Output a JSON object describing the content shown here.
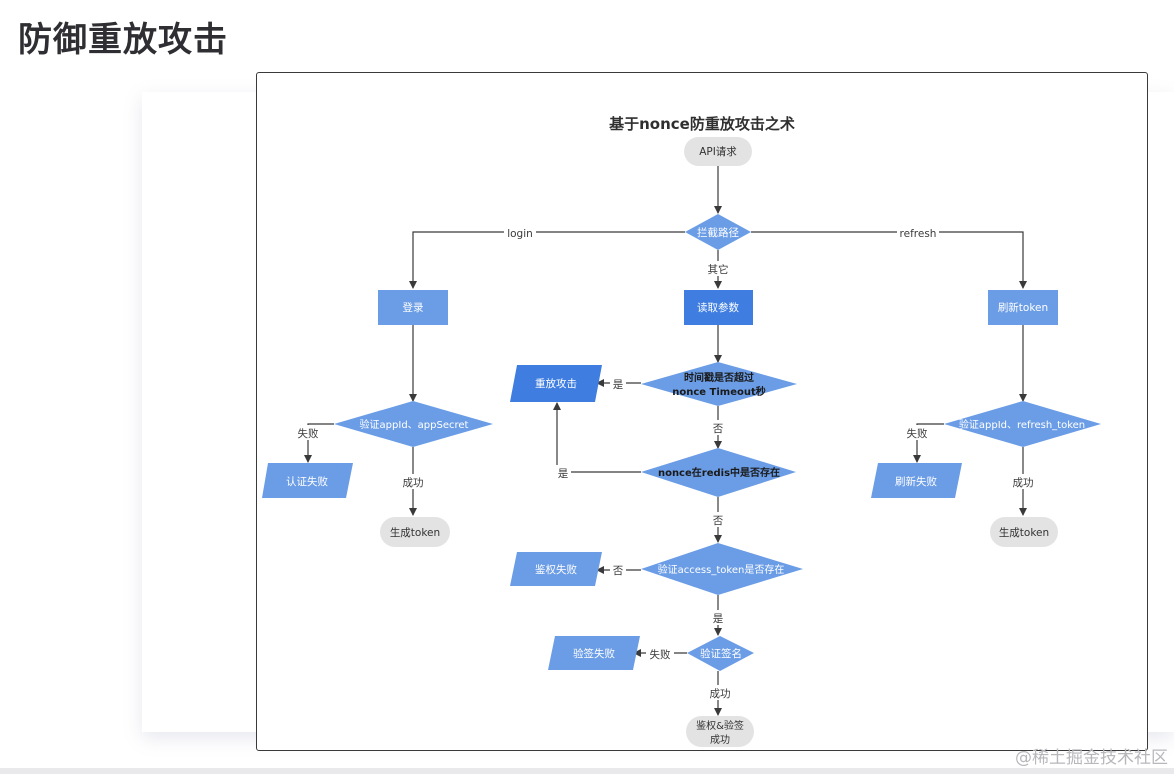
{
  "page": {
    "title": "防御重放攻击",
    "watermark": "@稀土掘金技术社区"
  },
  "diagram": {
    "title": "基于nonce防重放攻击之术",
    "nodes": {
      "api_request": "API请求",
      "intercept_path": "拦截路径",
      "login": "登录",
      "read_params": "读取参数",
      "refresh_token": "刷新token",
      "timestamp_line1": "时间戳是否超过",
      "timestamp_line2": "nonce Timeout秒",
      "replay_attack": "重放攻击",
      "nonce_in_redis": "nonce在redis中是否存在",
      "verify_access_token": "验证access_token是否存在",
      "auth_fail": "鉴权失败",
      "verify_sign": "验证签名",
      "sign_fail": "验签失败",
      "success_line1": "鉴权&验签",
      "success_line2": "成功",
      "verify_app_secret": "验证appId、appSecret",
      "cert_fail": "认证失败",
      "gen_token_left": "生成token",
      "verify_refresh": "验证appId、refresh_token",
      "refresh_fail": "刷新失败",
      "gen_token_right": "生成token"
    },
    "edges": {
      "login": "login",
      "refresh": "refresh",
      "other": "其它",
      "yes_replay": "是",
      "no_timeout": "否",
      "yes_exists": "是",
      "no_exists": "否",
      "no_token": "否",
      "yes_token": "是",
      "fail_sign": "失败",
      "ok_sign": "成功",
      "fail_left": "失败",
      "ok_left": "成功",
      "fail_right": "失败",
      "ok_right": "成功"
    },
    "colors": {
      "light_blue": "#6b9de6",
      "dark_blue": "#3f7ee0",
      "gray_pill": "#e3e3e3",
      "line": "#3a3a3a"
    }
  }
}
